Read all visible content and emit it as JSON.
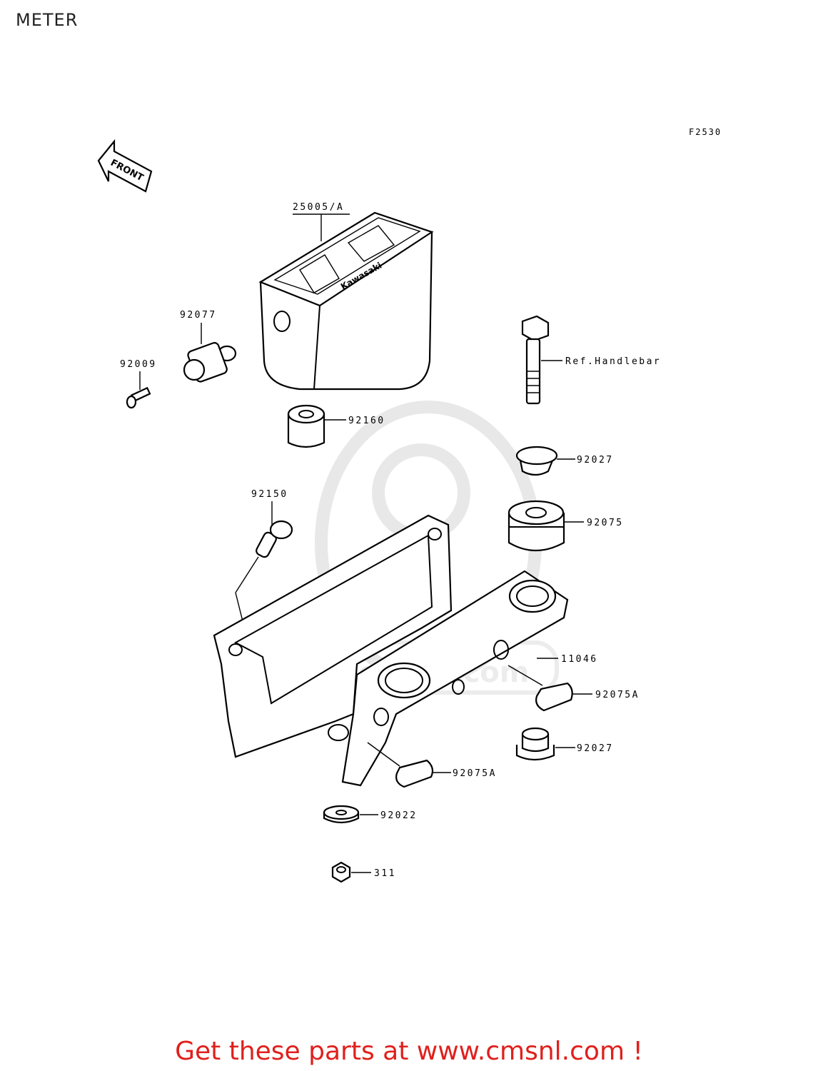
{
  "title": "METER",
  "figure_code": "F2530",
  "front_arrow_text": "FRONT",
  "brand_on_meter": "Kawasaki",
  "watermark_text": "www.cmsnl.com",
  "part_labels": {
    "meter_assy": "25005/A",
    "gear": "92077",
    "screw": "92009",
    "bolt_ref": "Ref.Handlebar",
    "damper_top": "92160",
    "collar_upper": "92027",
    "damper_large": "92075",
    "pin": "92150",
    "bracket": "11046",
    "damper_right": "92075A",
    "collar_lower": "92027",
    "damper_left": "92075A",
    "washer": "92022",
    "nut": "311"
  },
  "footer": "Get these parts at www.cmsnl.com !",
  "colors": {
    "footer": "#e0201c",
    "line": "#000000",
    "watermark": "#e8e8e8"
  }
}
